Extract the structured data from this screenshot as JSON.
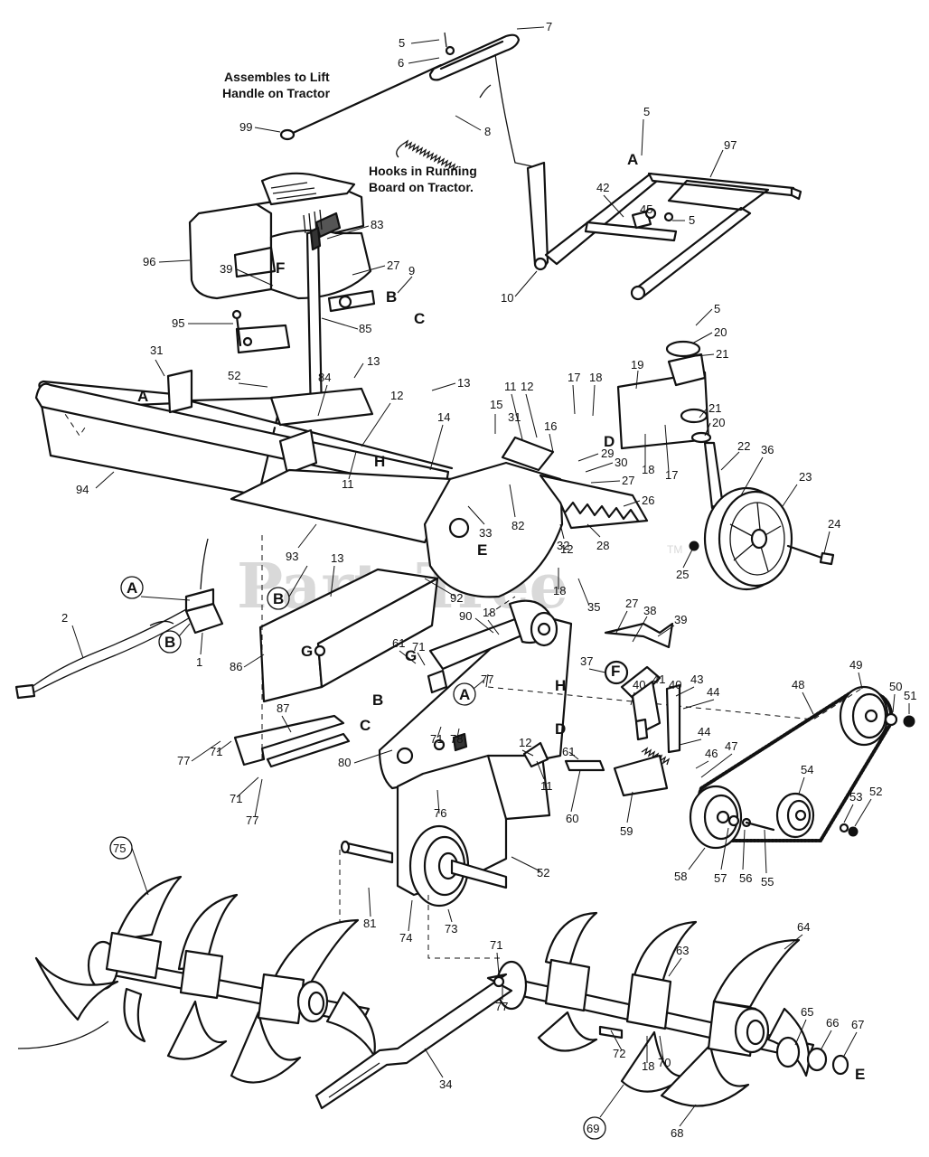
{
  "watermark": {
    "text": "PartsTree",
    "tm": "TM"
  },
  "notes": {
    "lift_handle_line1": "Assembles to Lift",
    "lift_handle_line2": "Handle on Tractor",
    "hooks_line1": "Hooks in Running",
    "hooks_line2": "Board on Tractor."
  },
  "labels": {
    "p2": "2",
    "p5": "5",
    "p6": "6",
    "p7": "7",
    "p8": "8",
    "p9": "9",
    "p10": "10",
    "p11": "11",
    "p12": "12",
    "p13": "13",
    "p14": "14",
    "p15": "15",
    "p16": "16",
    "p17": "17",
    "p18": "18",
    "p19": "19",
    "p20": "20",
    "p21": "21",
    "p22": "22",
    "p23": "23",
    "p24": "24",
    "p25": "25",
    "p26": "26",
    "p27": "27",
    "p28": "28",
    "p29": "29",
    "p30": "30",
    "p31": "31",
    "p32": "32",
    "p33": "33",
    "p34": "34",
    "p35": "35",
    "p36": "36",
    "p37": "37",
    "p38": "38",
    "p39": "39",
    "p40": "40",
    "p41": "41",
    "p42": "42",
    "p43": "43",
    "p44": "44",
    "p45": "45",
    "p46": "46",
    "p47": "47",
    "p48": "48",
    "p49": "49",
    "p50": "50",
    "p51": "51",
    "p52": "52",
    "p53": "53",
    "p54": "54",
    "p55": "55",
    "p56": "56",
    "p57": "57",
    "p58": "58",
    "p59": "59",
    "p60": "60",
    "p61": "61",
    "p63": "63",
    "p64": "64",
    "p65": "65",
    "p66": "66",
    "p67": "67",
    "p68": "68",
    "p69": "69",
    "p70": "70",
    "p71": "71",
    "p72": "72",
    "p73": "73",
    "p74": "74",
    "p75": "75",
    "p76": "76",
    "p77": "77",
    "p78": "78",
    "p80": "80",
    "p81": "81",
    "p82": "82",
    "p83": "83",
    "p84": "84",
    "p85": "85",
    "p86": "86",
    "p87": "87",
    "p90": "90",
    "p92": "92",
    "p93": "93",
    "p94": "94",
    "p95": "95",
    "p96": "96",
    "p97": "97",
    "p99": "99",
    "p1": "1"
  },
  "letters": {
    "A": "A",
    "B": "B",
    "C": "C",
    "D": "D",
    "E": "E",
    "F": "F",
    "G": "G",
    "H": "H"
  },
  "colors": {
    "ink": "#111111",
    "paper": "#ffffff",
    "watermark": "#d9d9d9"
  }
}
